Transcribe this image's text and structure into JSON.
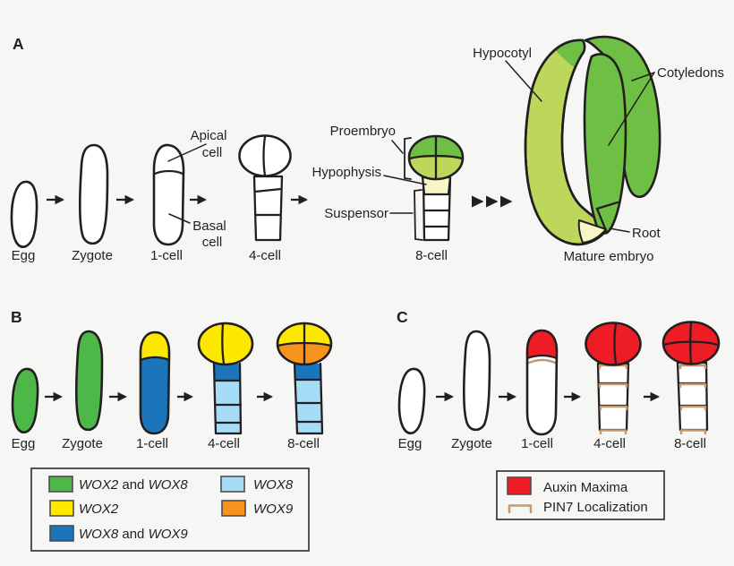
{
  "colors": {
    "background": "#f6f6f4",
    "outline": "#231f20",
    "green_dark": "#6ebf44",
    "green_light": "#bcd75c",
    "cream": "#f8f5c9",
    "wox_green": "#4db748",
    "wox_yellow": "#fde900",
    "wox_blue": "#1b75bb",
    "wox_light_blue": "#a6dcf5",
    "wox_orange": "#f7941e",
    "auxin_red": "#ee1c25",
    "pin7_tan": "#c49a6c"
  },
  "panel_a": {
    "label": "A",
    "stages": [
      "Egg",
      "Zygote",
      "1-cell",
      "4-cell",
      "8-cell",
      "Mature embryo"
    ],
    "annotations": {
      "apical_cell": [
        "Apical",
        "cell"
      ],
      "basal_cell": [
        "Basal",
        "cell"
      ],
      "proembryo": "Proembryo",
      "hypophysis": "Hypophysis",
      "suspensor": "Suspensor",
      "hypocotyl": "Hypocotyl",
      "cotyledons": "Cotyledons",
      "root": "Root"
    }
  },
  "panel_b": {
    "label": "B",
    "stages": [
      "Egg",
      "Zygote",
      "1-cell",
      "4-cell",
      "8-cell"
    ],
    "legend": {
      "items": [
        {
          "color": "#4db748",
          "gene1": "WOX2",
          "conj": " and ",
          "gene2": "WOX8"
        },
        {
          "color": "#fde900",
          "gene1": "WOX2",
          "conj": "",
          "gene2": ""
        },
        {
          "color": "#1b75bb",
          "gene1": "WOX8",
          "conj": " and ",
          "gene2": "WOX9"
        },
        {
          "color": "#a6dcf5",
          "gene1": "WOX8",
          "conj": "",
          "gene2": ""
        },
        {
          "color": "#f7941e",
          "gene1": "WOX9",
          "conj": "",
          "gene2": ""
        }
      ]
    }
  },
  "panel_c": {
    "label": "C",
    "stages": [
      "Egg",
      "Zygote",
      "1-cell",
      "4-cell",
      "8-cell"
    ],
    "legend": {
      "auxin_label": "Auxin Maxima",
      "pin7_label": "PIN7 Localization"
    }
  }
}
